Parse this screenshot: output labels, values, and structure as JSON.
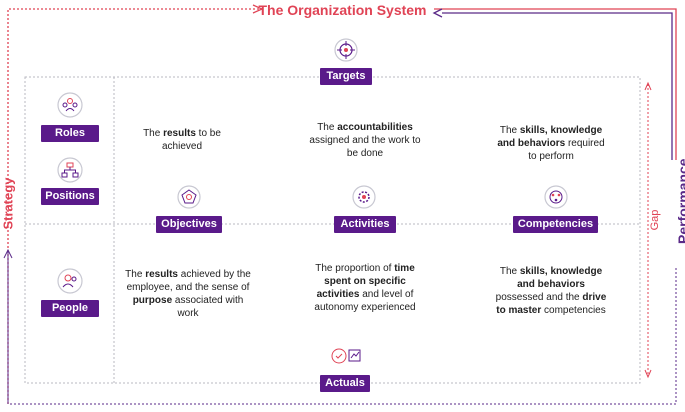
{
  "title": "The Organization System",
  "labels": {
    "strategy": "Strategy",
    "performance": "Performance",
    "gap": "Gap"
  },
  "tags": {
    "targets": "Targets",
    "actuals": "Actuals",
    "roles": "Roles",
    "positions": "Positions",
    "people": "People",
    "objectives": "Objectives",
    "activities": "Activities",
    "competencies": "Competencies"
  },
  "targets_row": {
    "objectives": [
      "The ",
      "results",
      " to be achieved"
    ],
    "activities": [
      "The ",
      "accountabilities",
      " assigned and the work to be done"
    ],
    "competencies": [
      "The ",
      "skills, knowledge and behaviors",
      " required to perform"
    ]
  },
  "actuals_row": {
    "objectives": [
      "The ",
      "results",
      " achieved by the employee, and the sense of ",
      "purpose",
      " associated with work"
    ],
    "activities": [
      "The proportion of ",
      "time spent on specific activities",
      " and level of autonomy experienced"
    ],
    "competencies": [
      "The ",
      "skills, knowledge and behaviors",
      " possessed and the ",
      "drive to master",
      " competencies"
    ]
  },
  "colors": {
    "accent_red": "#e04355",
    "purple": "#5a1a8a",
    "icon_ring": "#c8c8d2"
  },
  "icons": [
    "target-icon",
    "roles-icon",
    "positions-icon",
    "people-icon",
    "objectives-icon",
    "activities-icon",
    "competencies-icon",
    "actuals-icon"
  ]
}
